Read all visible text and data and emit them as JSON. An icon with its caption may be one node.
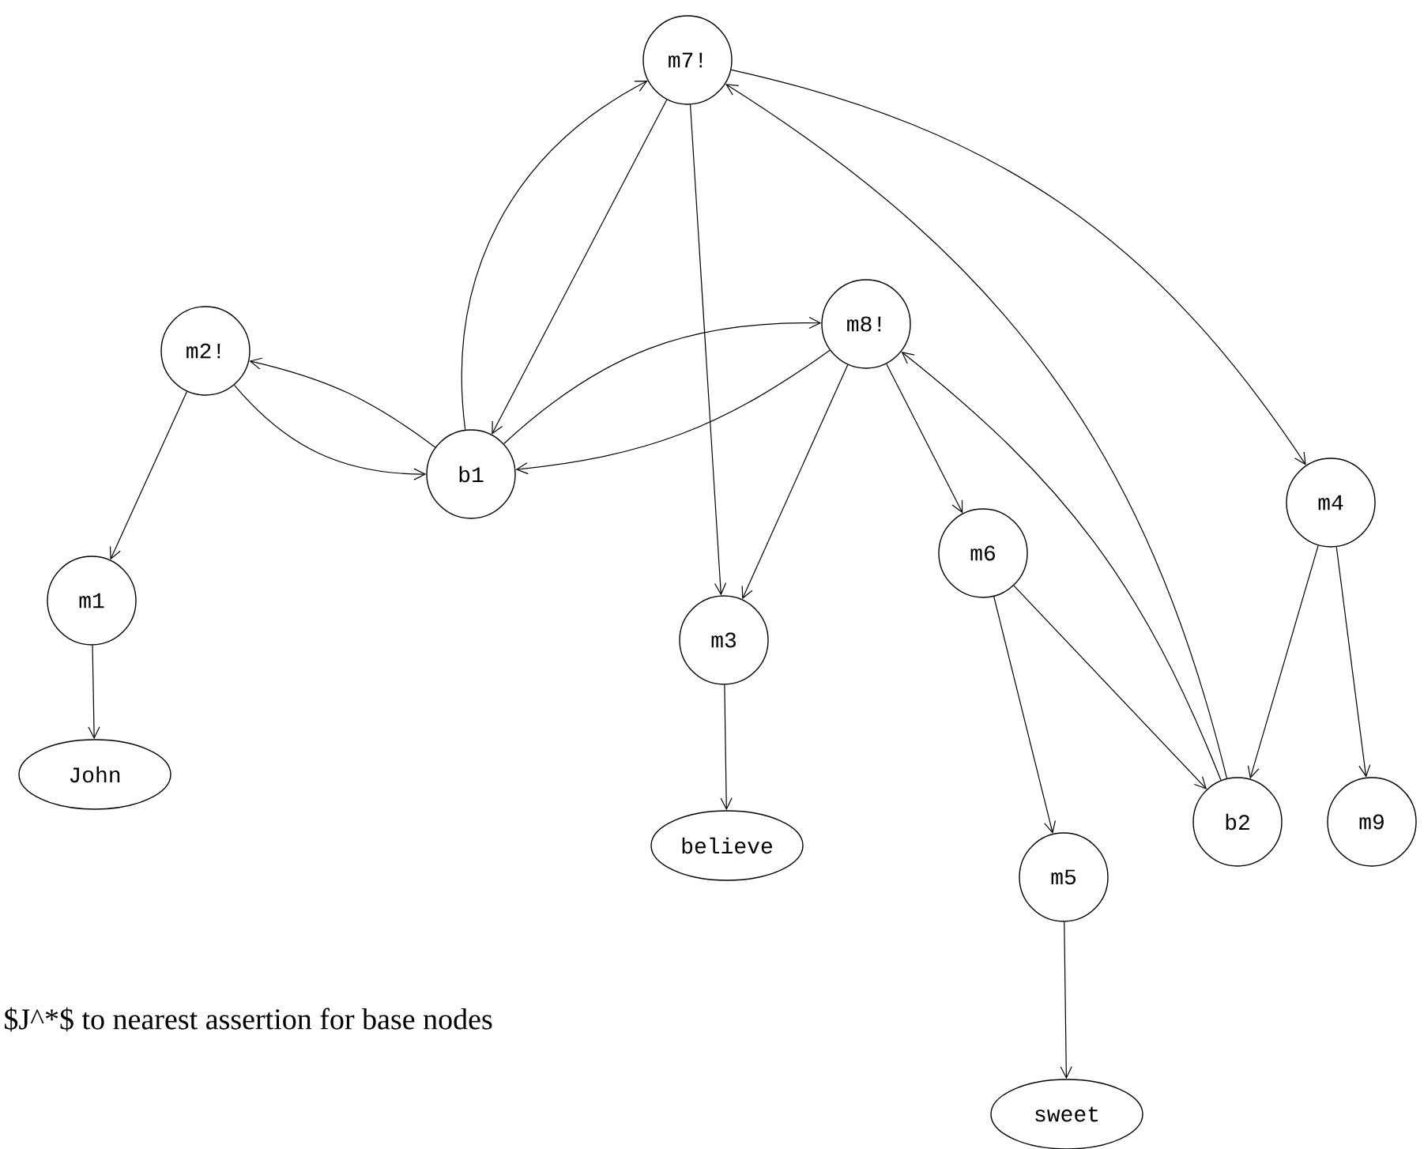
{
  "diagram": {
    "nodes": [
      {
        "text": [
          "m7!"
        ]
      },
      {
        "text": [
          "m2!"
        ]
      },
      {
        "text": [
          "b1"
        ]
      },
      {
        "text": [
          "m8!"
        ]
      },
      {
        "text": [
          "m1"
        ]
      },
      {
        "text": [
          "m4"
        ]
      },
      {
        "text": [
          "m6"
        ]
      },
      {
        "text": [
          "m3"
        ]
      },
      {
        "text": [
          "John"
        ]
      },
      {
        "text": [
          "believe"
        ]
      },
      {
        "text": [
          "b2"
        ]
      },
      {
        "text": [
          "m9"
        ]
      },
      {
        "text": [
          "m5"
        ]
      },
      {
        "text": [
          "sweet"
        ]
      }
    ],
    "edges": [
      {
        "from": 2,
        "to": 0,
        "arrow": "to"
      },
      {
        "from": 0,
        "to": 2,
        "arrow": "to"
      },
      {
        "from": 2,
        "to": 1,
        "arrow": "to"
      },
      {
        "from": 1,
        "to": 2,
        "arrow": "to"
      },
      {
        "from": 2,
        "to": 3,
        "arrow": "to"
      },
      {
        "from": 3,
        "to": 2,
        "arrow": "to"
      },
      {
        "from": 1,
        "to": 4,
        "arrow": "to"
      },
      {
        "from": 4,
        "to": 8,
        "arrow": "to"
      },
      {
        "from": 0,
        "to": 7,
        "arrow": "to"
      },
      {
        "from": 3,
        "to": 7,
        "arrow": "to"
      },
      {
        "from": 3,
        "to": 6,
        "arrow": "to"
      },
      {
        "from": 0,
        "to": 5,
        "arrow": "to"
      },
      {
        "from": 10,
        "to": 0,
        "arrow": "to"
      },
      {
        "from": 10,
        "to": 3,
        "arrow": "to"
      },
      {
        "from": 5,
        "to": 10,
        "arrow": "to"
      },
      {
        "from": 5,
        "to": 11,
        "arrow": "to"
      },
      {
        "from": 6,
        "to": 10,
        "arrow": "to"
      },
      {
        "from": 6,
        "to": 12,
        "arrow": "to"
      },
      {
        "from": 12,
        "to": 13,
        "arrow": "to"
      },
      {
        "from": 7,
        "to": 9,
        "arrow": "to"
      }
    ],
    "labels": [
      "$J^*$ to nearest assertion for base nodes"
    ]
  }
}
